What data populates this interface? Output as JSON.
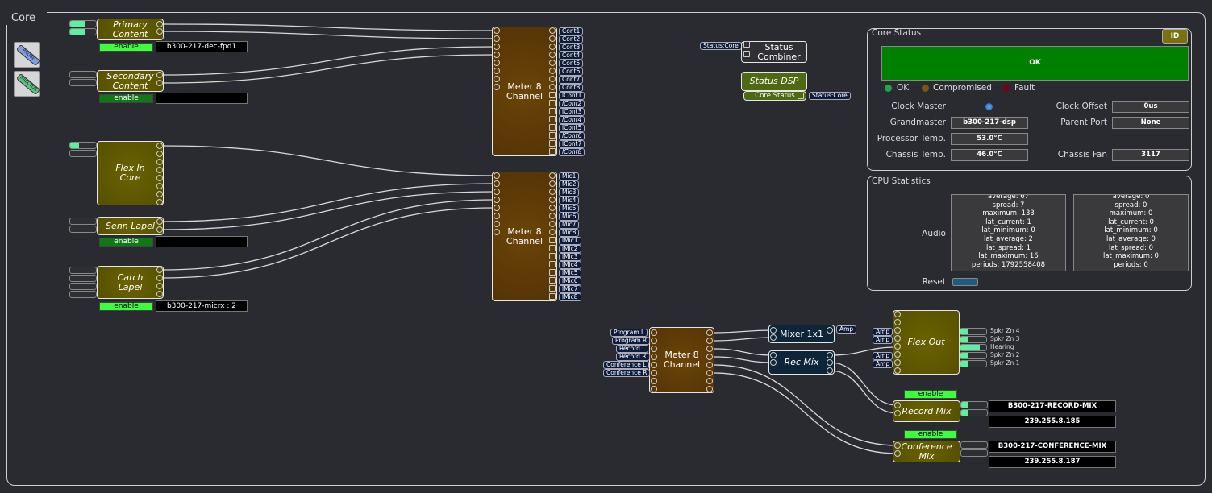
{
  "frame": {
    "title": "Core"
  },
  "tools": [
    {
      "icon": "probe-icon",
      "label": "PROBE"
    },
    {
      "icon": "injector-icon",
      "label": "INJECTOR"
    }
  ],
  "inputs": [
    {
      "id": "primary",
      "name": "Primary Content",
      "enable": "enable",
      "enable_on": true,
      "stream": "b300-217-dec-fpd1",
      "meters": [
        0.6,
        0.6
      ]
    },
    {
      "id": "secondary",
      "name": "Secondary Content",
      "enable": "enable",
      "enable_on": false,
      "stream": "",
      "meters": [
        0,
        0
      ]
    },
    {
      "id": "flexin",
      "name": "Flex In Core",
      "meters": [
        0.35,
        0
      ]
    },
    {
      "id": "senn",
      "name": "Senn Lapel",
      "enable": "enable",
      "enable_on": false,
      "stream": "",
      "meters": [
        0,
        0
      ]
    },
    {
      "id": "catch",
      "name": "Catch Lapel",
      "enable": "enable",
      "enable_on": true,
      "stream": "b300-217-micrx : 2",
      "meters": [
        0,
        0,
        0,
        0
      ]
    }
  ],
  "meter1": {
    "name": "Meter 8 Channel",
    "outputs": [
      "Cont1",
      "Cont2",
      "Cont3",
      "Cont4",
      "Cont5",
      "Cont6",
      "Cont7",
      "Cont8",
      "lCont1",
      "lCont2",
      "lCont3",
      "lCont4",
      "lCont5",
      "lCont6",
      "lCont7",
      "lCont8"
    ]
  },
  "meter2": {
    "name": "Meter 8 Channel",
    "outputs": [
      "Mic1",
      "Mic2",
      "Mic3",
      "Mic4",
      "Mic5",
      "Mic6",
      "Mic7",
      "Mic8",
      "lMic1",
      "lMic2",
      "lMic3",
      "lMic4",
      "lMic5",
      "lMic6",
      "lMic7",
      "lMic8"
    ]
  },
  "status_combiner": {
    "name": "Status Combiner",
    "input_tag": "Status:Core"
  },
  "status_dsp": {
    "name": "Status DSP",
    "sub": "Core Status",
    "output_tag": "Status:Core"
  },
  "core_status": {
    "title": "Core Status",
    "id_button": "ID",
    "state": "OK",
    "legend": [
      {
        "label": "OK",
        "color": "#1fa84a"
      },
      {
        "label": "Compromised",
        "color": "#7a5514"
      },
      {
        "label": "Fault",
        "color": "#6a0a12"
      }
    ],
    "clock_master_label": "Clock Master",
    "rows": [
      {
        "label": "Grandmaster",
        "value": "b300-217-dsp"
      },
      {
        "label": "Processor Temp.",
        "value": "53.0°C"
      },
      {
        "label": "Chassis Temp.",
        "value": "46.0°C"
      }
    ],
    "right_rows": [
      {
        "label": "Clock Offset",
        "value": "0us"
      },
      {
        "label": "Parent Port",
        "value": "None"
      },
      {
        "label": "Chassis Fan",
        "value": "3117"
      }
    ],
    "ok_color": "#008000"
  },
  "cpu": {
    "title": "CPU Statistics",
    "audio_label": "Audio",
    "reset_label": "Reset",
    "stats1": [
      "average: 67",
      "spread: 7",
      "maximum: 133",
      "lat_current: 1",
      "lat_minimum: 0",
      "lat_average: 2",
      "lat_spread: 1",
      "lat_maximum: 16",
      "periods: 1792558408"
    ],
    "stats2": [
      "average: 0",
      "spread: 0",
      "maximum: 0",
      "lat_current: 0",
      "lat_minimum: 0",
      "lat_average: 0",
      "lat_spread: 0",
      "lat_maximum: 0",
      "periods: 0"
    ]
  },
  "meter3": {
    "name": "Meter 8 Channel",
    "inputs": [
      "Program L",
      "Program R",
      "Record L",
      "Record R",
      "Conference L",
      "Conference R"
    ]
  },
  "mixer": {
    "name": "Mixer 1x1",
    "output_tag": "Amp"
  },
  "recmix": {
    "name": "Rec Mix"
  },
  "flexout": {
    "name": "Flex Out",
    "input_tags": [
      "Amp",
      "Amp",
      "Amp",
      "Amp"
    ],
    "outputs": [
      {
        "label": "Spkr Zn 4",
        "level": 0.3
      },
      {
        "label": "Spkr Zn 3",
        "level": 0.3
      },
      {
        "label": "Hearing",
        "level": 0.75
      },
      {
        "label": "Spkr Zn 2",
        "level": 0.3
      },
      {
        "label": "Spkr Zn 1",
        "level": 0.3
      }
    ]
  },
  "record_mix": {
    "name": "Record Mix",
    "enable": "enable",
    "stream": "B300-217-RECORD-MIX",
    "address": "239.255.8.185",
    "meters": [
      0.25,
      0.25
    ]
  },
  "conference_mix": {
    "name": "Conference Mix",
    "enable": "enable",
    "stream": "B300-217-CONFERENCE-MIX",
    "address": "239.255.8.187",
    "meters": [
      0,
      0
    ]
  }
}
